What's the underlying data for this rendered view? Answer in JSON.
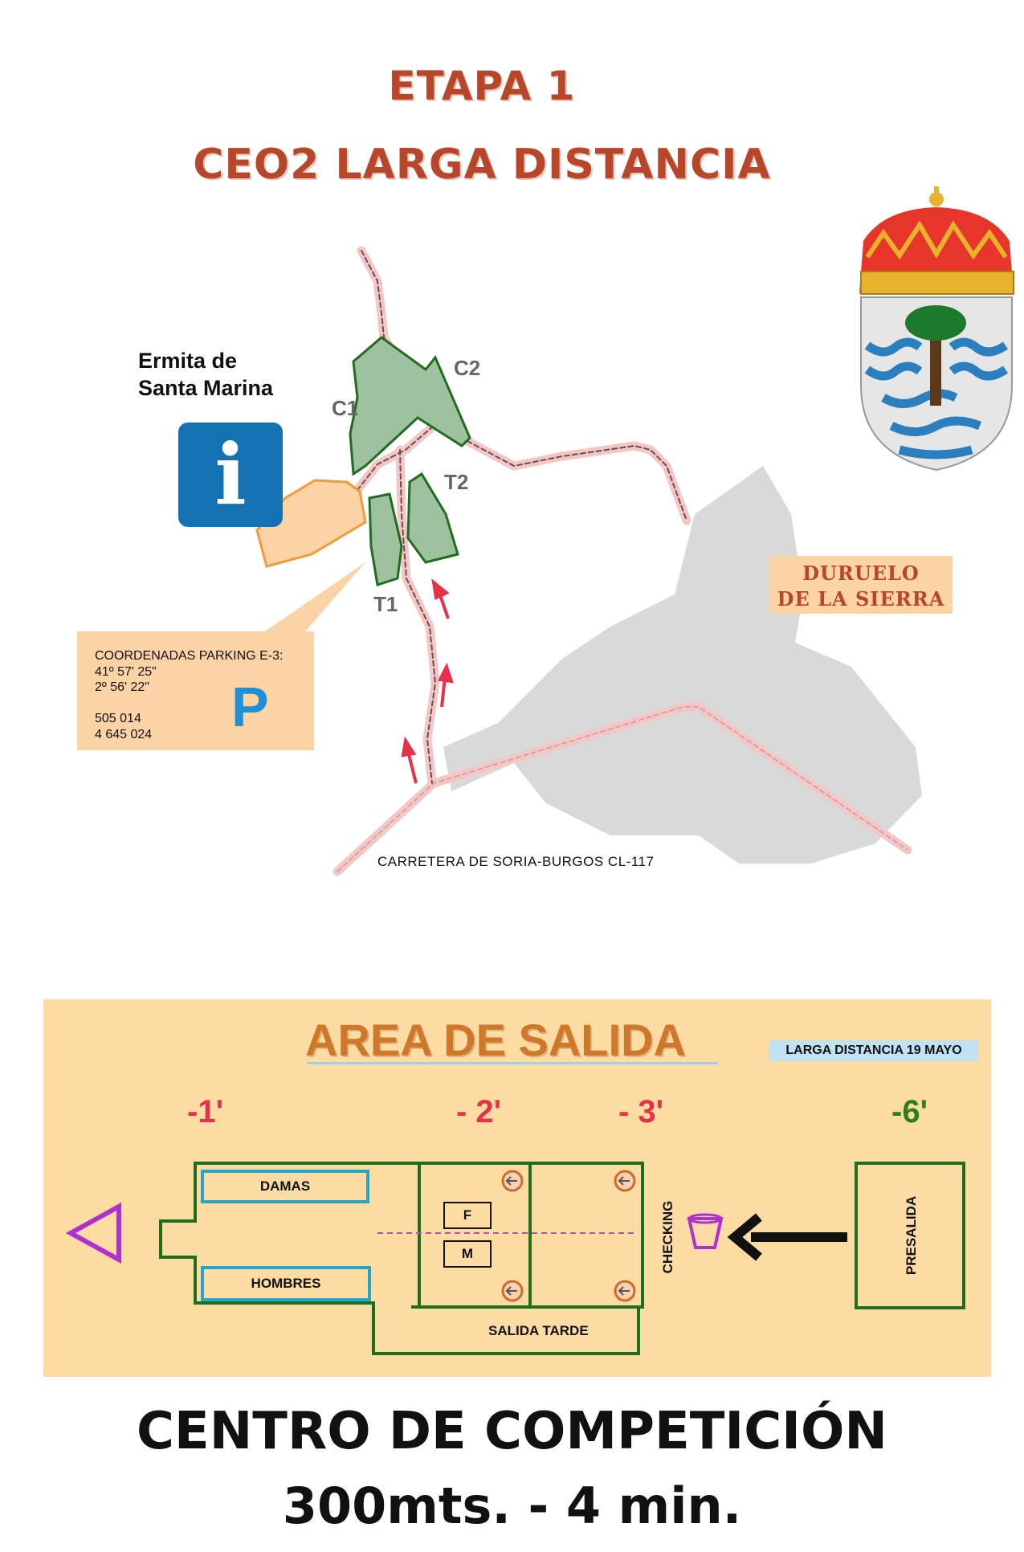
{
  "header": {
    "title_line1": "ETAPA 1",
    "title_line2": "CEO2  LARGA DISTANCIA"
  },
  "map": {
    "ermita_line1": "Ermita de",
    "ermita_line2": "Santa Marina",
    "info_symbol": "i",
    "labels": {
      "c1": "C1",
      "c2": "C2",
      "t1": "T1",
      "t2": "T2"
    },
    "parking": {
      "title": "COORDENADAS PARKING E-3:",
      "lat": "41º 57' 25\"",
      "lon": "2º  56'  22\"",
      "utm_x": "505 014",
      "utm_y": "4 645 024",
      "symbol": "P"
    },
    "town_line1": "DURUELO",
    "town_line2": "DE LA SIERRA",
    "road": "CARRETERA DE SORIA-BURGOS  CL-117",
    "icons": [
      "info-icon",
      "parking-icon",
      "coat-of-arms-icon",
      "direction-arrow-icon"
    ],
    "colors": {
      "zone_fill": "#9fc19f",
      "zone_border": "#1f6e1f",
      "road": "#f4c6c6",
      "parking_area": "#fbd3a5",
      "town": "#d9d9d9"
    }
  },
  "start_area": {
    "title": "AREA DE SALIDA",
    "date": "LARGA DISTANCIA  19 MAYO",
    "minutes": {
      "m1": "-1'",
      "m2": "- 2'",
      "m3": "- 3'",
      "m6": "-6'"
    },
    "damas": "DAMAS",
    "hombres": "HOMBRES",
    "f": "F",
    "m": "M",
    "checking": "CHECKING",
    "presalida": "PRESALIDA",
    "salida_tarde": "SALIDA  TARDE",
    "icons": [
      "start-triangle-icon",
      "bucket-icon",
      "arrow-left-icon",
      "clock-arrow-icon"
    ]
  },
  "footer": {
    "line1": "CENTRO DE COMPETICIÓN",
    "line2": "300mts. - 4 min."
  }
}
